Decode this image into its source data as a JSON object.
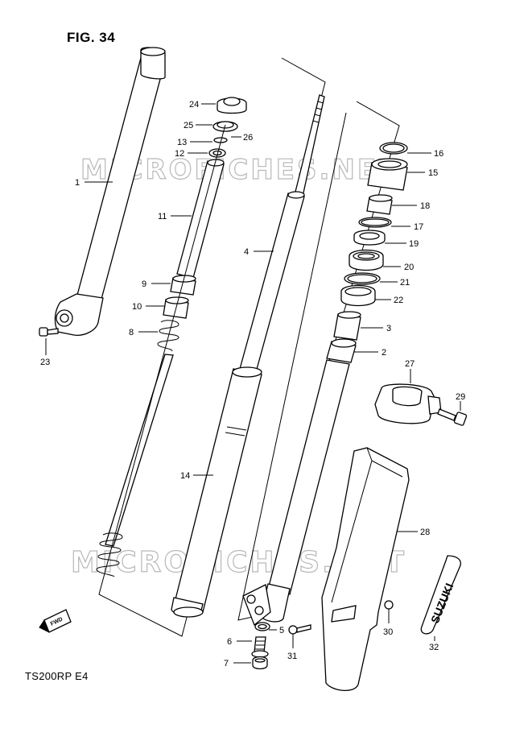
{
  "figure": {
    "title": "FIG. 34",
    "model": "TS200RP  E4"
  },
  "watermark": {
    "text": "MICROFICHES.NET"
  },
  "fwd_label": "FWD",
  "decal_text": "SUZUKI",
  "callouts": {
    "c1": "1",
    "c2": "2",
    "c3": "3",
    "c4": "4",
    "c5": "5",
    "c6": "6",
    "c7": "7",
    "c8": "8",
    "c9": "9",
    "c10": "10",
    "c11": "11",
    "c12": "12",
    "c13": "13",
    "c14": "14",
    "c15": "15",
    "c16": "16",
    "c17": "17",
    "c18": "18",
    "c19": "19",
    "c20": "20",
    "c21": "21",
    "c22": "22",
    "c23": "23",
    "c24": "24",
    "c25": "25",
    "c26": "26",
    "c27": "27",
    "c28": "28",
    "c29": "29",
    "c30": "30",
    "c31": "31",
    "c32": "32"
  },
  "colors": {
    "ink": "#000000",
    "watermark": "#b8b8b8",
    "paper": "#ffffff"
  }
}
